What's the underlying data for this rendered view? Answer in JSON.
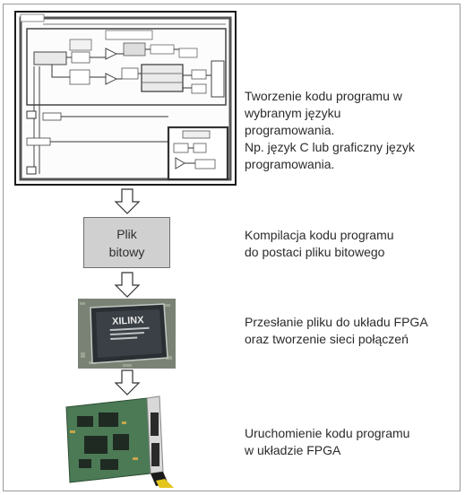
{
  "steps": [
    {
      "text": "Tworzenie kodu programu w\nwybranym języku\nprogramowania.\nNp. język C lub graficzny język\nprogramowania."
    },
    {
      "text": "Kompilacja kodu programu\ndo postaci pliku bitowego"
    },
    {
      "text": "Przesłanie pliku do układu FPGA\noraz tworzenie sieci połączeń"
    },
    {
      "text": "Uruchomienie kodu programu\nw układzie FPGA"
    }
  ],
  "bitfile_box": {
    "label": "Plik\nbitowy"
  },
  "chip_logo_text": "XILINX",
  "colors": {
    "box_fill": "#d0d0d0",
    "text": "#2b2b2b",
    "frame": "#9a9a9a"
  }
}
